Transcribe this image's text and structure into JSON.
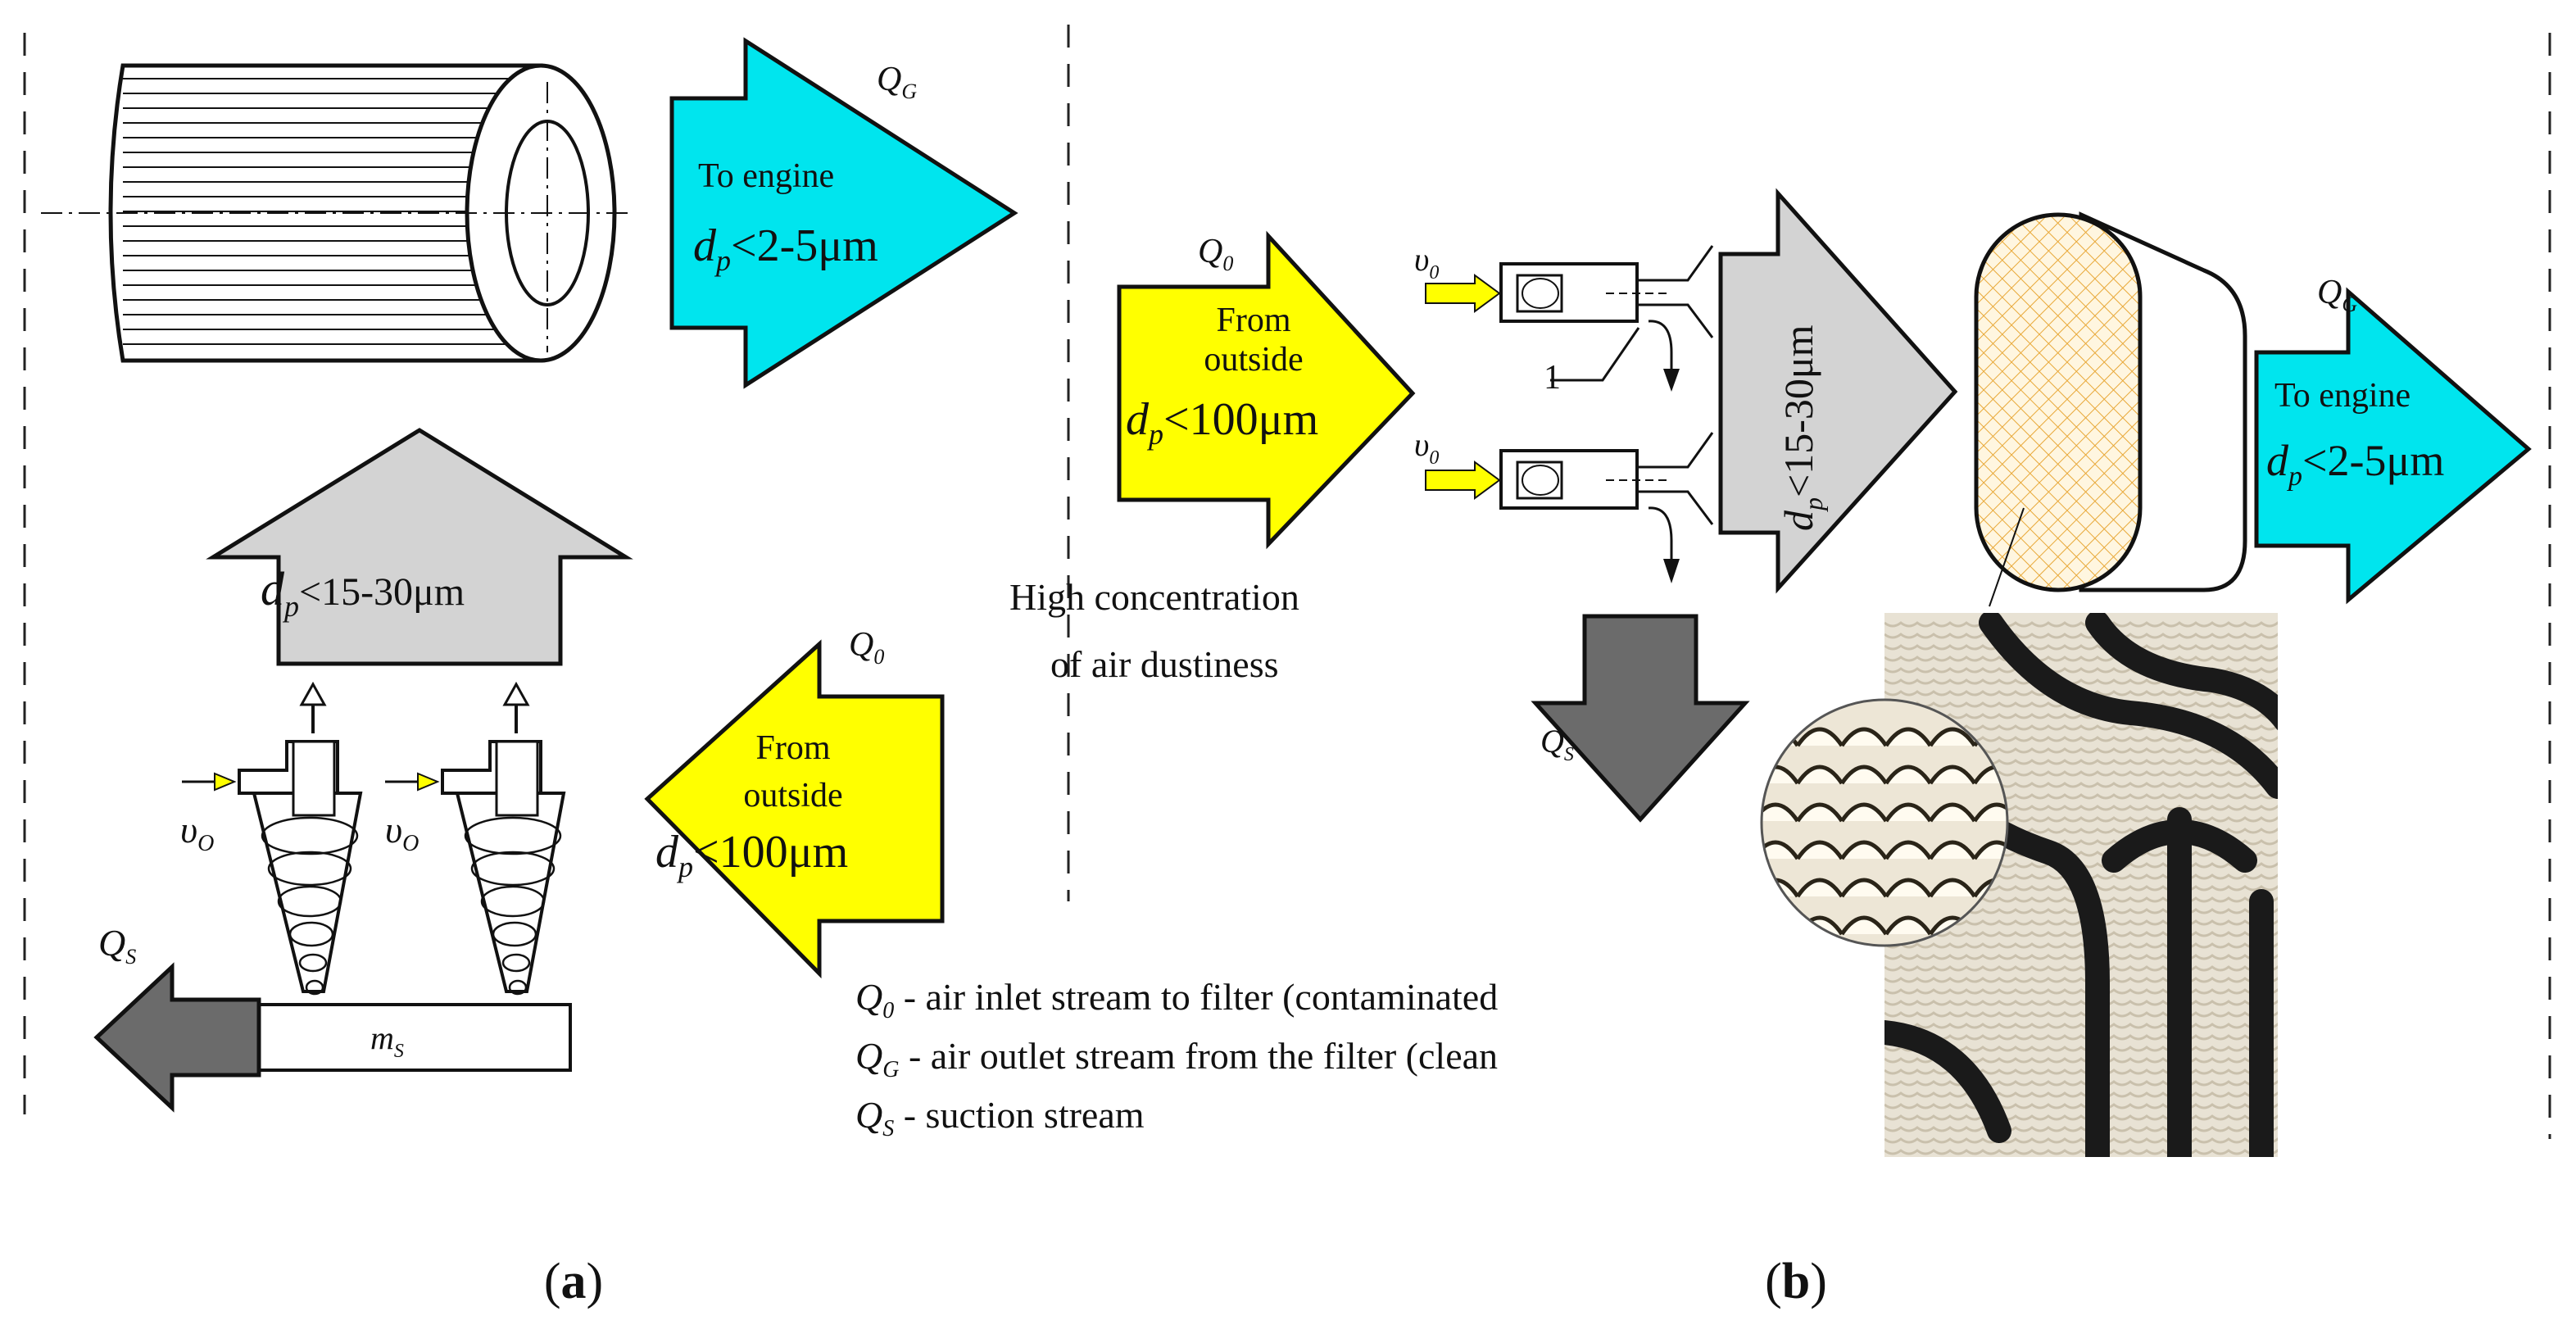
{
  "panel_labels": {
    "a": "a",
    "b": "b"
  },
  "colors": {
    "cyan": "#00E5EE",
    "yellow": "#FFFF00",
    "light_gray": "#D3D3D3",
    "dark_gray": "#6B6B6B",
    "orange_mesh": "#F0B040"
  },
  "symbols": {
    "QG": {
      "main": "Q",
      "sub": "G"
    },
    "Q0": {
      "main": "Q",
      "sub": "0"
    },
    "QS": {
      "main": "Q",
      "sub": "S"
    },
    "v0": {
      "main": "υ",
      "sub": "0"
    },
    "vO": {
      "main": "υ",
      "sub": "O"
    },
    "ms": {
      "main": "m",
      "sub": "S"
    },
    "dp": {
      "main": "d",
      "sub": "p"
    },
    "part1": "1"
  },
  "arrows": {
    "to_engine_line1": "To engine",
    "to_engine_size": "<2-5μm",
    "from_outside_line1": "From",
    "from_outside_line2": "outside",
    "from_outside_size": "<100μm",
    "cyclone_size": "<15-30μm"
  },
  "annotation": {
    "line1": "High concentration",
    "line2": "of air dustiness"
  },
  "legend": [
    {
      "sym": "Q",
      "sub": "0",
      "text": " - air inlet stream to filter (contaminated"
    },
    {
      "sym": "Q",
      "sub": "G",
      "text": " - air outlet stream from the filter (clean"
    },
    {
      "sym": "Q",
      "sub": "S",
      "text": " - suction stream"
    }
  ]
}
